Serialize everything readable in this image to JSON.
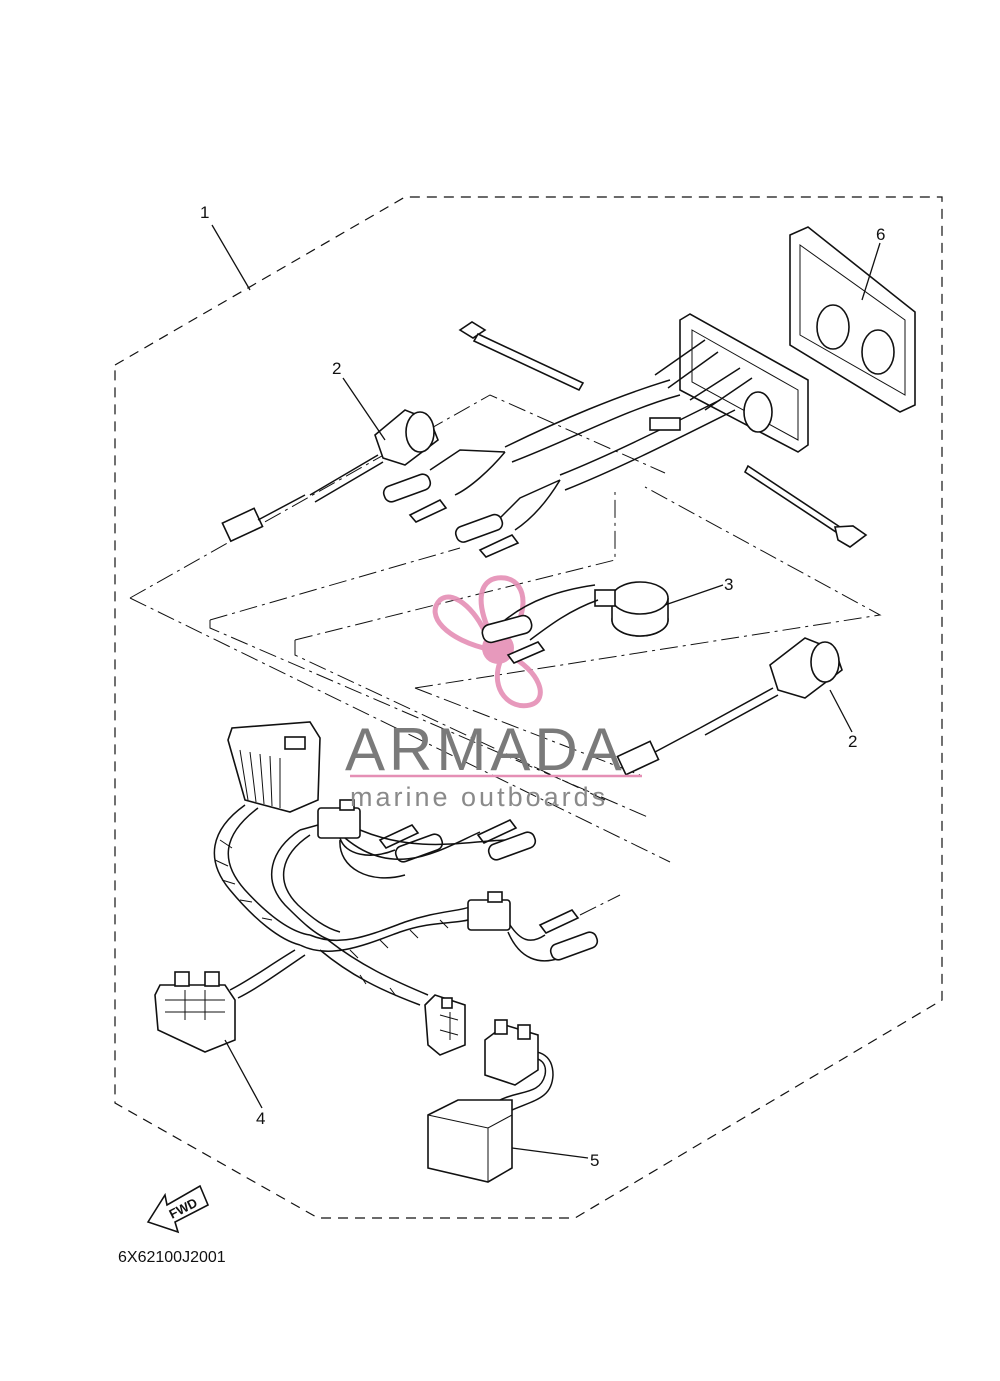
{
  "callouts": [
    {
      "id": "callout-1",
      "text": "1"
    },
    {
      "id": "callout-2a",
      "text": "2"
    },
    {
      "id": "callout-6",
      "text": "6"
    },
    {
      "id": "callout-3",
      "text": "3"
    },
    {
      "id": "callout-2b",
      "text": "2"
    },
    {
      "id": "callout-4",
      "text": "4"
    },
    {
      "id": "callout-5",
      "text": "5"
    }
  ],
  "watermark": {
    "brand": "ARMADA",
    "tagline": "marine outboards",
    "icon": "propeller-logo-icon",
    "accent_color": "#e58fb5",
    "text_color": "#7a7a7a"
  },
  "direction_marker": {
    "text": "FWD",
    "icon": "fwd-arrow-icon"
  },
  "diagram_code": "6X62100J2001"
}
